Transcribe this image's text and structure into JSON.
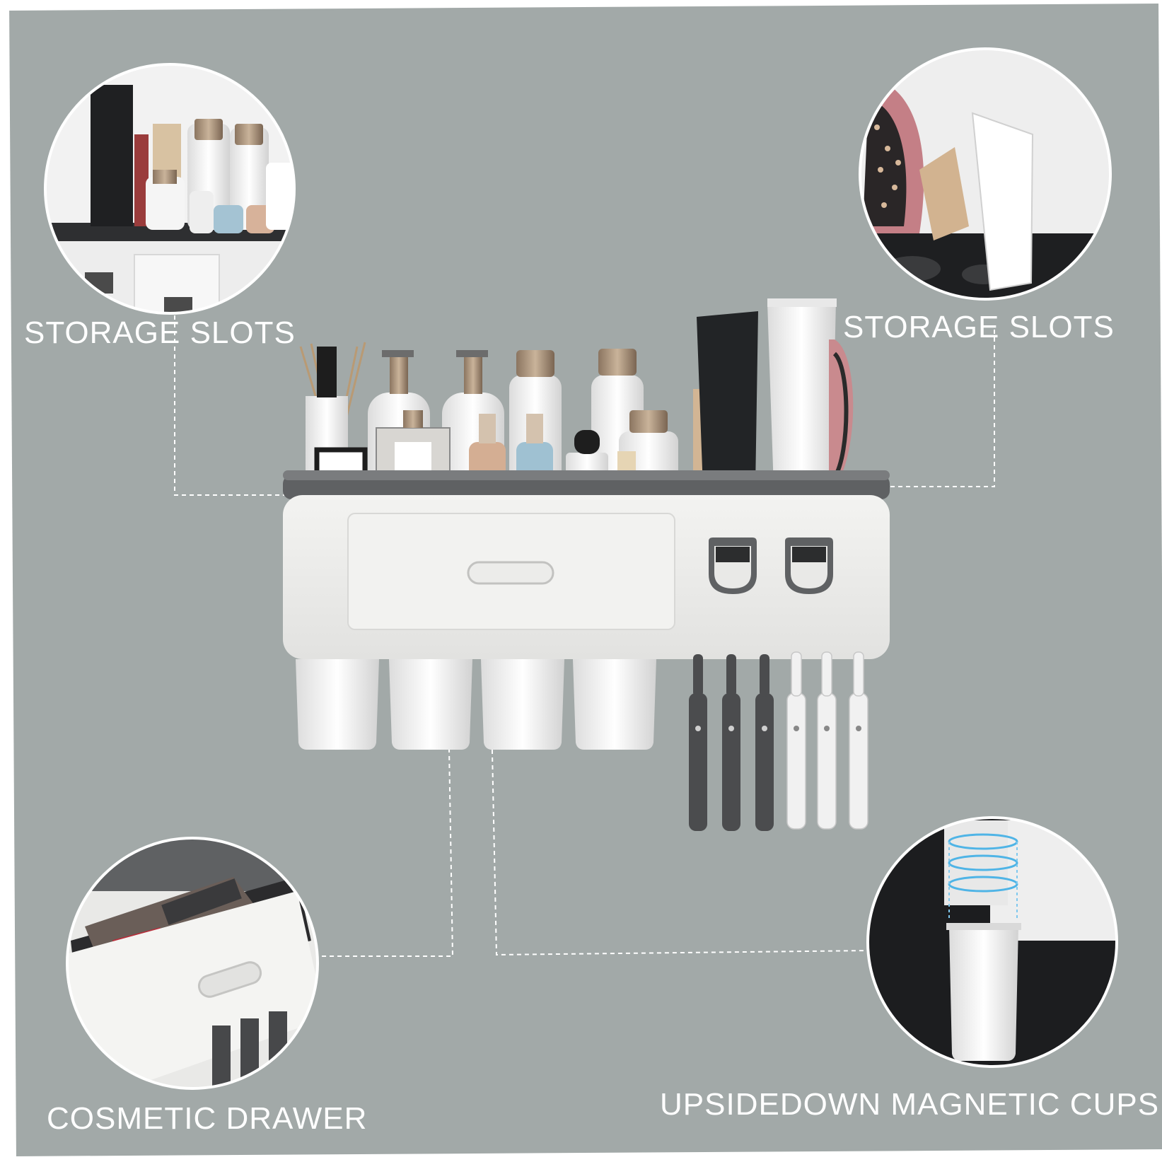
{
  "labels": {
    "top_left": "STORAGE SLOTS",
    "top_right": "STORAGE SLOTS",
    "bottom_left": "COSMETIC DRAWER",
    "bottom_right": "UPSIDEDOWN MAGNETIC CUPS"
  },
  "colors": {
    "background": "#a2a9a8",
    "organizer_body": "#eeeeec",
    "organizer_trim": "#5d5f61",
    "callout_line": "#ffffff"
  }
}
